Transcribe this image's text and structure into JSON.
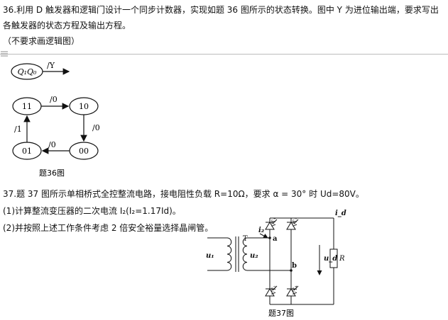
{
  "q36": {
    "line1": "36.利用 D 触发器和逻辑门设计一个同步计数器，实现如题 36 图所示的状态转换。图中 Y 为进位输出端，要求写出",
    "line2": "各触发器的状态方程及输出方程。",
    "line3": "（不要求画逻辑图）",
    "legend_state": "Q₁Q₀",
    "legend_out": "/Y",
    "states": {
      "s11": "11",
      "s10": "10",
      "s00": "00",
      "s01": "01"
    },
    "edges": {
      "e11_10": "/0",
      "e10_00": "/0",
      "e00_01": "/0",
      "e01_11": "/1"
    },
    "caption": "题36图"
  },
  "q37": {
    "line1": "37.题 37 图所示单相桥式全控整流电路，接电阻性负载 R=10Ω，要求 α = 30° 时 Ud=80V。",
    "line2": "(1)计算整流变压器的二次电流 I₂(I₂=1.17Id)。",
    "line3": "(2)并按照上述工作条件考虑 2 倍安全裕量选择晶闸管。",
    "labels": {
      "u1": "u₁",
      "u2": "u₂",
      "T": "T",
      "i2": "i₂",
      "a": "a",
      "b": "b",
      "vt1": "VT₁",
      "vt3": "VT₃",
      "vt2": "VT₂",
      "vt4": "VT₄",
      "ud": "u_d",
      "id": "i_d",
      "R": "R"
    },
    "caption": "题37图"
  }
}
